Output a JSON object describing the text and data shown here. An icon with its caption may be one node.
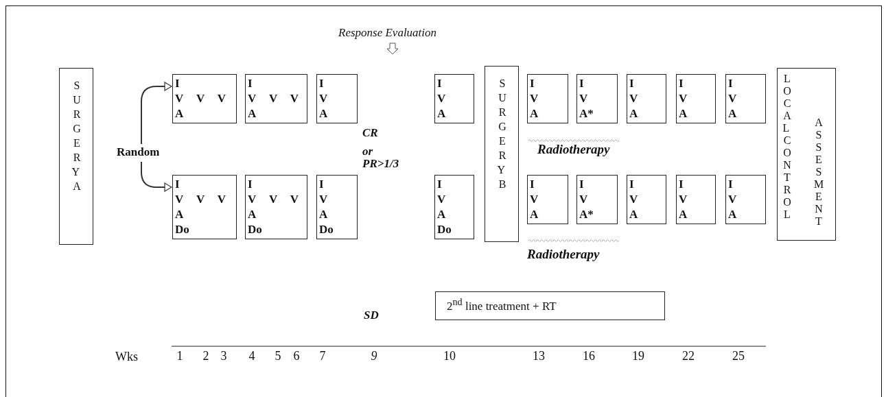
{
  "diagram": {
    "nodes": [
      {
        "text": [
          "SURGERY A"
        ]
      },
      {
        "text": [
          "Random"
        ]
      },
      {
        "text": [
          "I",
          "V V V",
          "A"
        ]
      },
      {
        "text": [
          "I",
          "V V V",
          "A"
        ]
      },
      {
        "text": [
          "I",
          "V",
          "A"
        ]
      },
      {
        "text": [
          "I",
          "V",
          "A"
        ]
      },
      {
        "text": [
          "SURGERY B"
        ]
      },
      {
        "text": [
          "I",
          "V",
          "A"
        ]
      },
      {
        "text": [
          "I",
          "V",
          "A*"
        ]
      },
      {
        "text": [
          "I",
          "V",
          "A"
        ]
      },
      {
        "text": [
          "I",
          "V",
          "A"
        ]
      },
      {
        "text": [
          "I",
          "V",
          "A"
        ]
      },
      {
        "text": [
          "LOCAL CONTROL",
          "ASSESMENT"
        ]
      },
      {
        "text": [
          "I",
          "V V V",
          "A",
          "Do"
        ]
      },
      {
        "text": [
          "I",
          "V V V",
          "A",
          "Do"
        ]
      },
      {
        "text": [
          "I",
          "V",
          "A",
          "Do"
        ]
      },
      {
        "text": [
          "I",
          "V",
          "A",
          "Do"
        ]
      },
      {
        "text": [
          "I",
          "V",
          "A"
        ]
      },
      {
        "text": [
          "I",
          "V",
          "A*"
        ]
      },
      {
        "text": [
          "I",
          "V",
          "A"
        ]
      },
      {
        "text": [
          "I",
          "V",
          "A"
        ]
      },
      {
        "text": [
          "I",
          "V",
          "A"
        ]
      },
      {
        "text": [
          "2$^{nd}$ line treatment + RT"
        ]
      }
    ],
    "edges": [
      {
        "from": 1,
        "to": 2,
        "arrow": "to"
      },
      {
        "from": 1,
        "to": 13,
        "arrow": "to"
      }
    ],
    "labels": [
      "Response Evaluation",
      "CR",
      "or",
      "PR>1/3",
      "Radiotherapy",
      "Radiotherapy",
      "SD",
      "Wks",
      "1",
      "2",
      "3",
      "4",
      "5",
      "6",
      "7",
      "9",
      "10",
      "13",
      "16",
      "19",
      "22",
      "25"
    ]
  }
}
